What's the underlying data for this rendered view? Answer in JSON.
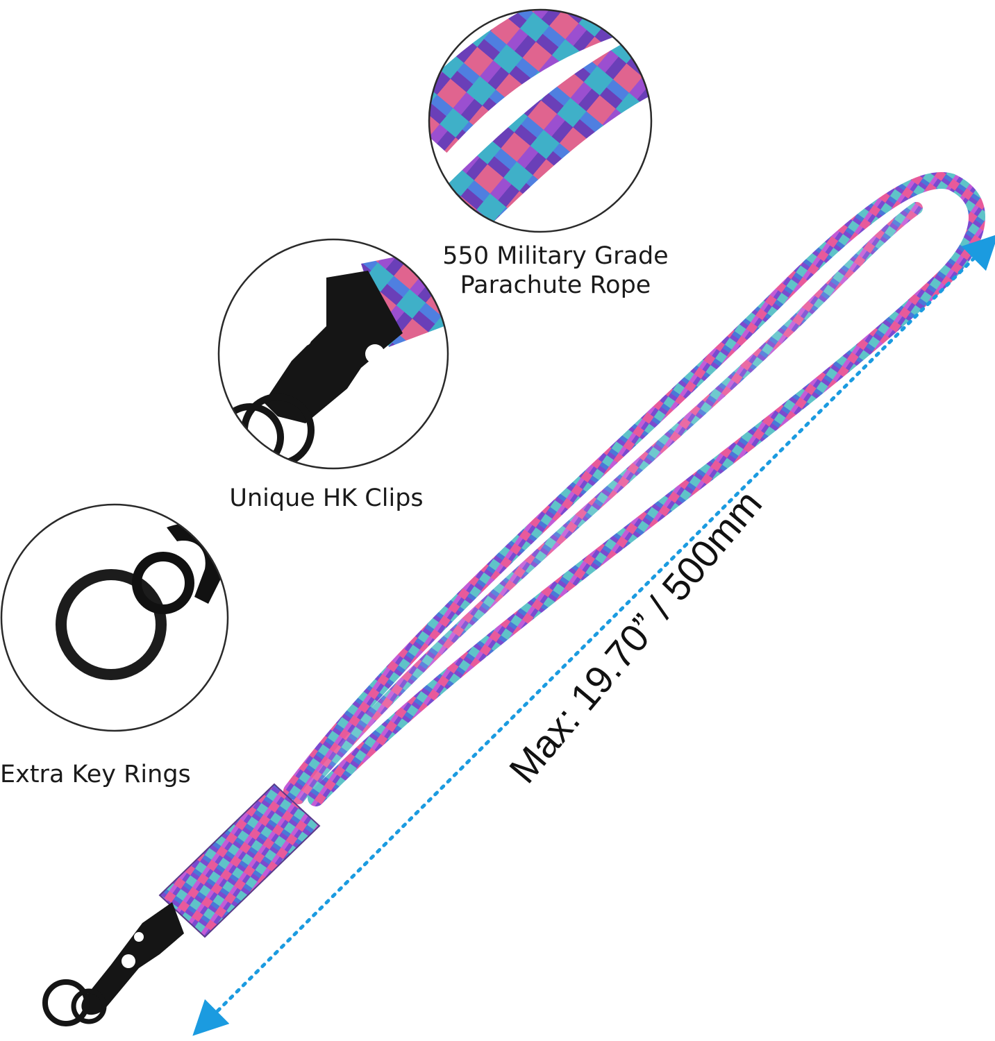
{
  "callouts": {
    "rope": {
      "line1": "550 Military Grade",
      "line2": "Parachute Rope",
      "icon": "braided-rope-closeup"
    },
    "clips": {
      "label": "Unique HK Clips",
      "icon": "hk-clip-closeup"
    },
    "rings": {
      "label": "Extra Key Rings",
      "icon": "key-ring-closeup"
    }
  },
  "measurement": {
    "label": "Max: 19.70” / 500mm",
    "arrow_color": "#1b9be0"
  },
  "colors": {
    "rope_pink": "#e85a9a",
    "rope_purple": "#7a4ad0",
    "rope_teal": "#5fc3c8",
    "rope_blue": "#4a78d8",
    "metal": "#151515",
    "circle_border": "#2a2a2a"
  }
}
